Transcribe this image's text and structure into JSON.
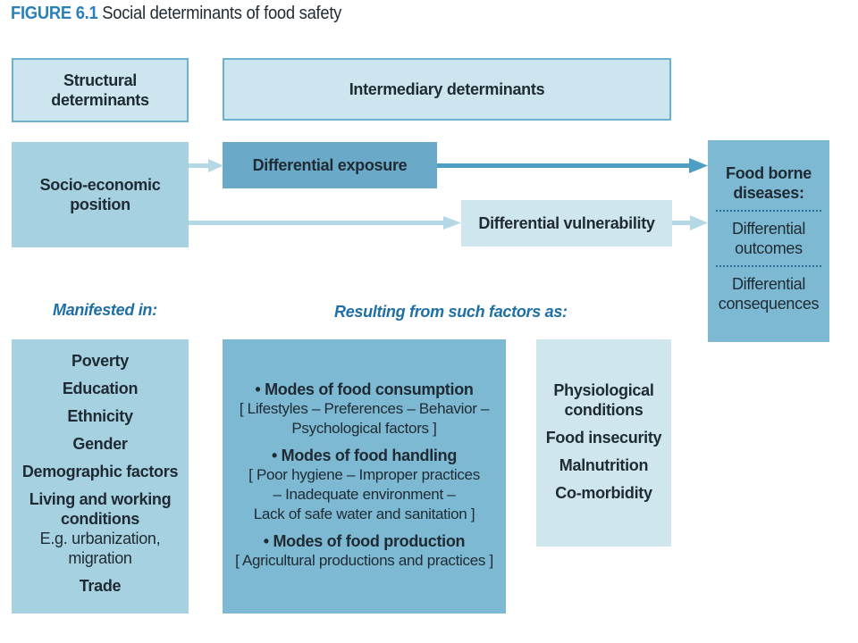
{
  "title": {
    "figure": "FIGURE 6.1",
    "text": "Social determinants of food safety"
  },
  "headers": {
    "structural": [
      "Structural",
      "determinants"
    ],
    "intermediary": "Intermediary determinants"
  },
  "boxes": {
    "socio_economic": [
      "Socio-economic",
      "position"
    ],
    "differential_exposure": "Differential exposure",
    "differential_vulnerability": "Differential vulnerability",
    "food_borne": {
      "heading": [
        "Food borne",
        "diseases:"
      ],
      "outcomes": [
        "Differential",
        "outcomes"
      ],
      "consequences": [
        "Differential",
        "consequences"
      ]
    }
  },
  "labels": {
    "manifested": "Manifested in:",
    "resulting": "Resulting from such factors as:"
  },
  "manifested_list": {
    "poverty": "Poverty",
    "education": "Education",
    "ethnicity": "Ethnicity",
    "gender": "Gender",
    "demographic": "Demographic factors",
    "living": [
      "Living and working",
      "conditions"
    ],
    "living_eg": [
      "E.g. urbanization,",
      "migration"
    ],
    "trade": "Trade"
  },
  "factors": {
    "consumption": {
      "title": "• Modes of food consumption",
      "detail": [
        "[ Lifestyles – Preferences – Behavior –",
        "Psychological factors ]"
      ]
    },
    "handling": {
      "title": "• Modes of food handling",
      "detail": [
        "[ Poor hygiene – Improper practices",
        "– Inadequate environment –",
        "Lack of safe water and sanitation ]"
      ]
    },
    "production": {
      "title": "• Modes of food production",
      "detail": [
        "[ Agricultural productions and practices ]"
      ]
    }
  },
  "conditions": {
    "physiological": [
      "Physiological",
      "conditions"
    ],
    "food_insecurity": "Food insecurity",
    "malnutrition": "Malnutrition",
    "comorbidity": "Co-morbidity"
  },
  "colors": {
    "header_fill": "#cce5ee",
    "header_border": "#6cb2cc",
    "light_box": "#a6d1e1",
    "mid_box": "#7db9d2",
    "pale_box": "#cfe6ef",
    "dark_box": "#6aaac8",
    "accent_text": "#1f6fa7",
    "arrow_light": "#b5d8e6",
    "arrow_dark": "#4d9dc4"
  }
}
